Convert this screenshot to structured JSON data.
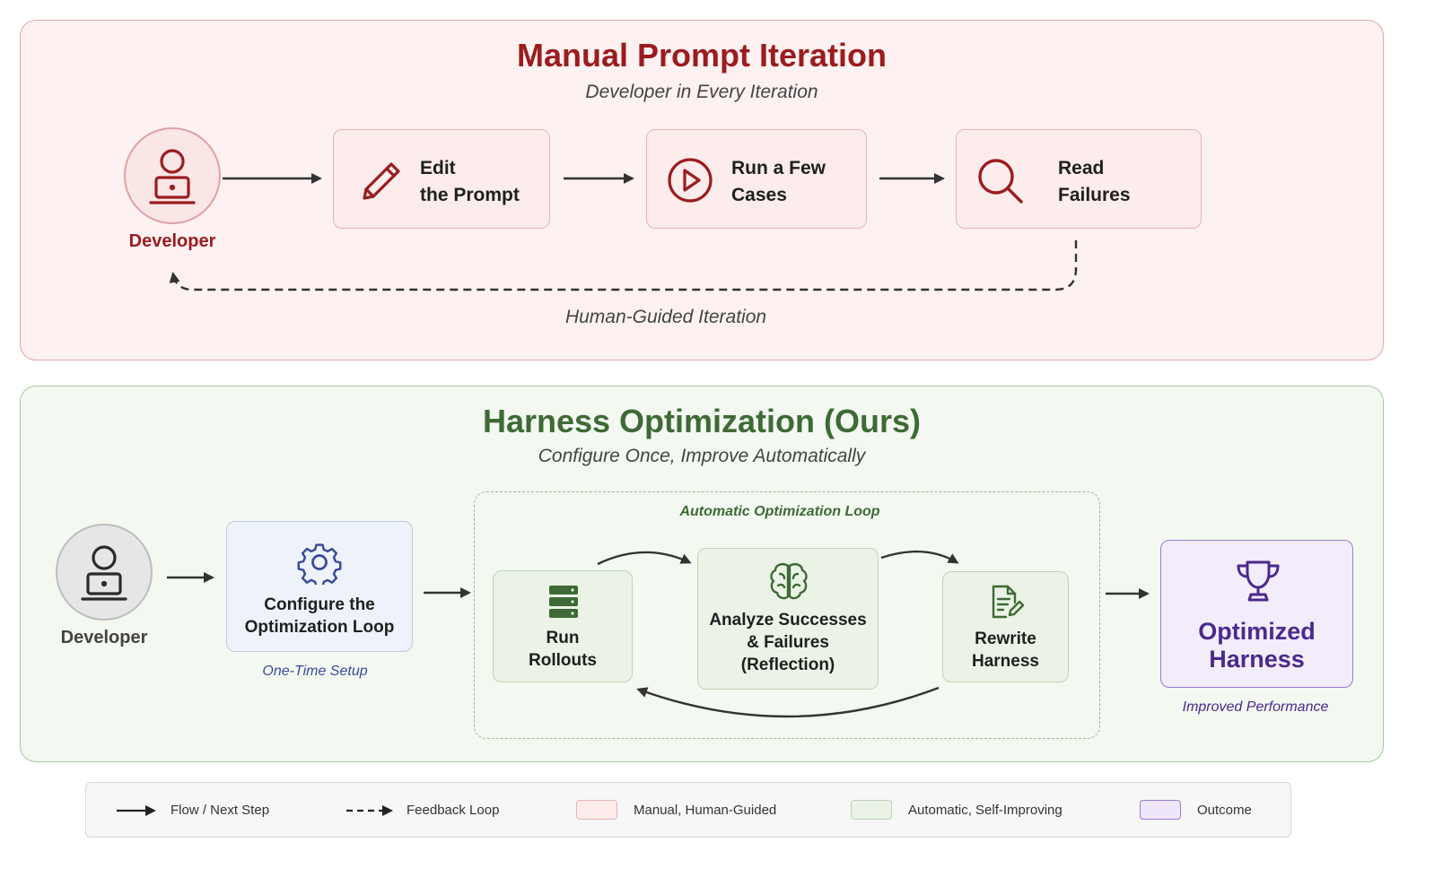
{
  "manual": {
    "title": "Manual Prompt Iteration",
    "subtitle": "Developer in Every Iteration",
    "developer_label": "Developer",
    "steps": [
      {
        "label": "Edit\nthe Prompt",
        "icon": "pencil-icon"
      },
      {
        "label": "Run a Few\nCases",
        "icon": "play-circle-icon"
      },
      {
        "label": "Read\nFailures",
        "icon": "magnifier-icon"
      }
    ],
    "feedback_label": "Human-Guided Iteration"
  },
  "auto": {
    "title": "Harness Optimization (Ours)",
    "subtitle": "Configure Once, Improve Automatically",
    "developer_label": "Developer",
    "setup_label": "Configure the\nOptimization Loop",
    "setup_caption": "One-Time Setup",
    "loop_title": "Automatic Optimization Loop",
    "loop_steps": [
      {
        "label": "Run\nRollouts",
        "icon": "server-stack-icon"
      },
      {
        "label": "Analyze Successes\n& Failures\n(Reflection)",
        "icon": "brain-icon"
      },
      {
        "label": "Rewrite\nHarness",
        "icon": "document-edit-icon"
      }
    ],
    "outcome_label": "Optimized\nHarness",
    "outcome_caption": "Improved Performance"
  },
  "legend": {
    "flow": "Flow / Next Step",
    "feedback": "Feedback Loop",
    "manual": "Manual, Human-Guided",
    "automatic": "Automatic, Self-Improving",
    "outcome": "Outcome"
  },
  "colors": {
    "manual_accent": "#9b1c1f",
    "auto_accent": "#3e6a35",
    "outcome_accent": "#4b2a8c",
    "setup_accent": "#3b4a9a"
  }
}
